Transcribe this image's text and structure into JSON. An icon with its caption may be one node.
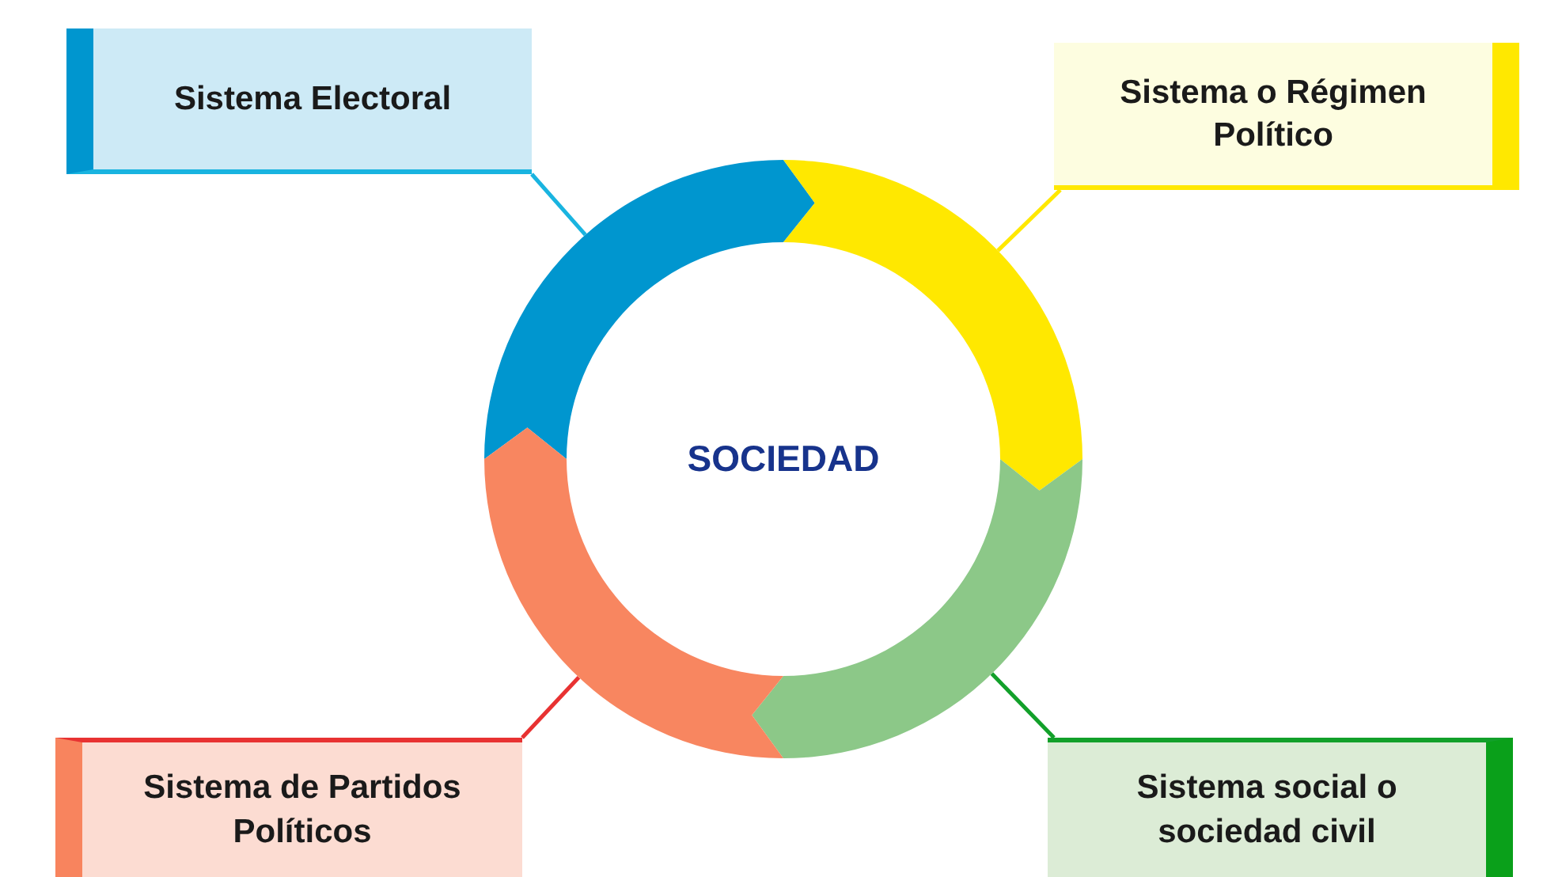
{
  "diagram": {
    "nodes": [
      {
        "text": [
          "Sistema Electoral"
        ]
      },
      {
        "text": [
          "Sistema o Régimen Político"
        ]
      },
      {
        "text": [
          "SOCIEDAD"
        ]
      },
      {
        "text": [
          "Sistema de Partidos Políticos"
        ]
      },
      {
        "text": [
          "Sistema social o sociedad civil"
        ]
      }
    ],
    "edges": [
      {
        "from": 0,
        "to": 2,
        "arrow": "none",
        "color": "#19b4e0"
      },
      {
        "from": 1,
        "to": 2,
        "arrow": "none",
        "color": "#ffe800"
      },
      {
        "from": 3,
        "to": 2,
        "arrow": "none",
        "color": "#e83232"
      },
      {
        "from": 4,
        "to": 2,
        "arrow": "none",
        "color": "#12a02a"
      }
    ]
  }
}
